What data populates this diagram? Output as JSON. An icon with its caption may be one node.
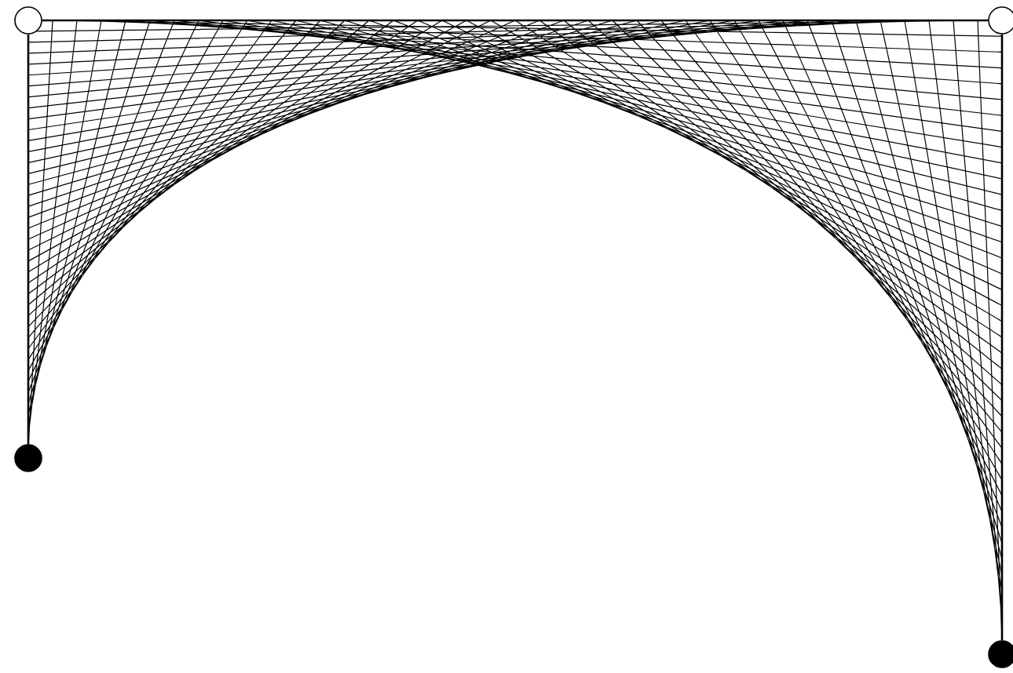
{
  "diagram": {
    "nodes": [
      {
        "text": [],
        "shape": "circle"
      },
      {
        "text": [],
        "shape": "circle"
      },
      {
        "text": [],
        "shape": "dot"
      },
      {
        "text": [],
        "shape": "dot"
      }
    ],
    "edges": [
      {
        "from": 0,
        "to": 1,
        "arrow": "none"
      },
      {
        "from": 0,
        "to": 2,
        "arrow": "none"
      },
      {
        "from": 1,
        "to": 3,
        "arrow": "none"
      }
    ]
  }
}
